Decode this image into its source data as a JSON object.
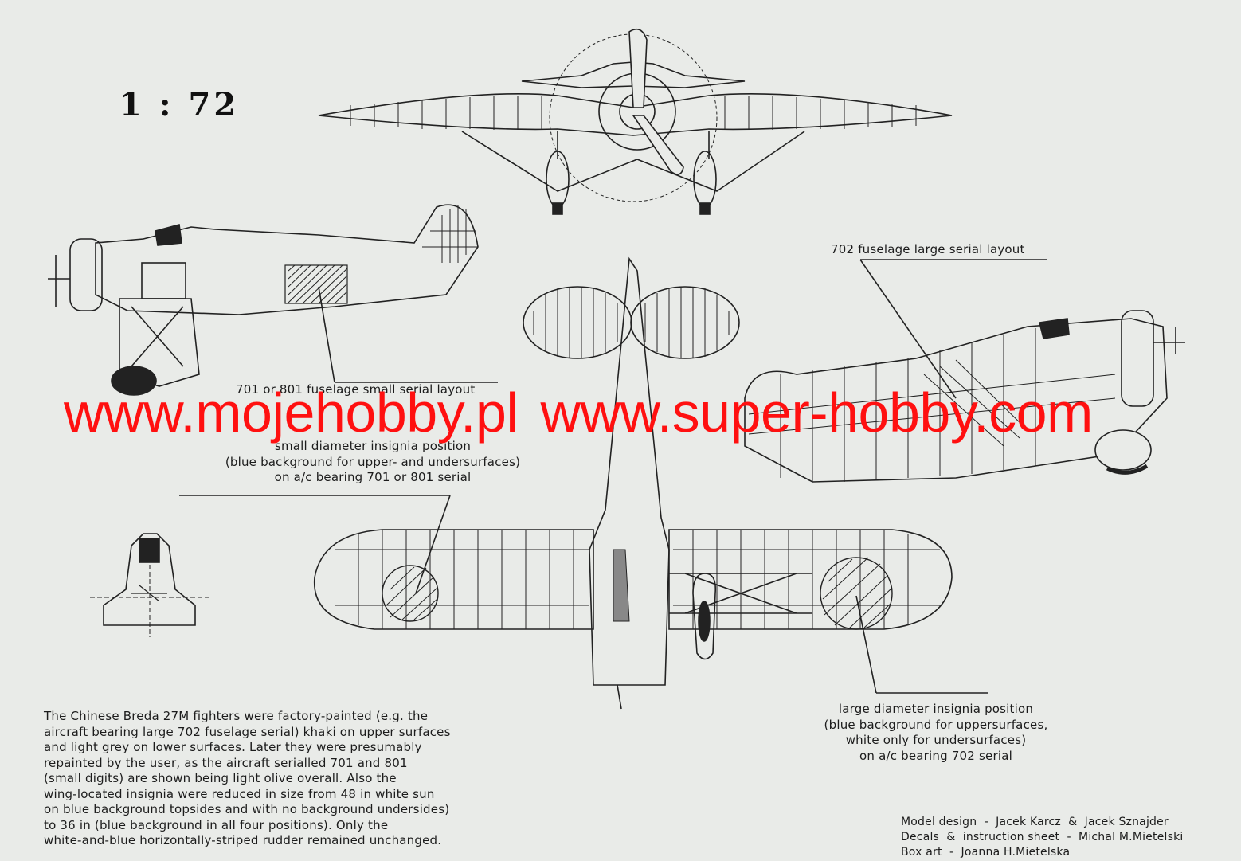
{
  "scale": "1 : 72",
  "labels": {
    "large_serial": "702 fuselage large serial layout",
    "small_serial": "701 or 801 fuselage small serial layout",
    "small_insignia": [
      "small diameter insignia position",
      "(blue background for upper- and undersurfaces)",
      "on a/c bearing 701 or 801 serial"
    ],
    "large_insignia": [
      "large diameter insignia position",
      "(blue background for uppersurfaces,",
      "white only for undersurfaces)",
      "on a/c bearing 702 serial"
    ]
  },
  "description": [
    "The Chinese Breda 27M fighters were factory-painted (e.g. the",
    "aircraft bearing large 702 fuselage serial) khaki on upper surfaces",
    "and light grey on lower surfaces. Later they were presumably",
    "repainted by the user, as the aircraft serialled 701 and 801",
    "(small digits) are shown being light olive overall. Also the",
    "wing-located insignia were reduced in size from 48 in white sun",
    "on blue background topsides and with no background undersides)",
    "to 36 in (blue background in all four positions). Only the",
    "white-and-blue horizontally-striped rudder remained unchanged."
  ],
  "credits": [
    "Model design  -  Jacek Karcz  &  Jacek Sznajder",
    "Decals  &  instruction sheet  -  Michal M.Mietelski",
    "Box art  -  Joanna H.Mietelska"
  ],
  "watermark": [
    "www.mojehobby.pl",
    "www.super-hobby.com"
  ],
  "colors": {
    "paper": "#e9ebe8",
    "ink": "#1c1c1c",
    "watermark": "#ff1010"
  }
}
